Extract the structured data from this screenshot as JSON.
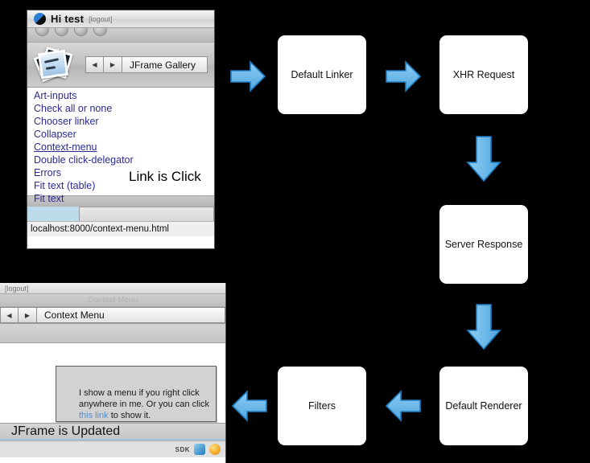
{
  "window1": {
    "name": "JFrame Gallery window",
    "app_greeting": "Hi test",
    "logout_label": "[logout]",
    "logo_icon": "half-circle-logo-icon",
    "gallery_icon": "photo-gallery-icon",
    "nav_back_icon": "triangle-left-icon",
    "nav_forward_icon": "triangle-right-icon",
    "breadcrumb": "JFrame Gallery",
    "links": [
      {
        "label": "Art-inputs",
        "underlined": false
      },
      {
        "label": "Check all or none",
        "underlined": false
      },
      {
        "label": "Chooser linker",
        "underlined": false
      },
      {
        "label": "Collapser",
        "underlined": false
      },
      {
        "label": "Context-menu",
        "underlined": true
      },
      {
        "label": "Double click-delegator",
        "underlined": false
      },
      {
        "label": "Errors",
        "underlined": false
      },
      {
        "label": "Fit text (table)",
        "underlined": false
      },
      {
        "label": "Fit text",
        "underlined": false
      }
    ],
    "overlay_message": "Link is Click",
    "status_url": "localhost:8000/context-menu.html"
  },
  "window2": {
    "name": "Context Menu window",
    "logout_label": "[logout]",
    "ghost_title": "Context Menu",
    "nav_back_icon": "triangle-left-icon",
    "nav_forward_icon": "triangle-right-icon",
    "breadcrumb": "Context Menu",
    "context_box": {
      "text_before": "I show a menu if you right click anywhere in me. Or you can click ",
      "link_label": "this link",
      "text_after": " to show it."
    },
    "updated_banner": "JFrame is Updated",
    "sdk_label": "SDK",
    "sdk_icon_1": "blue-app-icon",
    "sdk_icon_2": "orange-swirl-icon"
  },
  "flowchart": {
    "accent_color": "#6db9e8",
    "node_fill": "#ffffff",
    "background": "#000000",
    "nodes": [
      {
        "id": "default-linker",
        "label": "Default Linker"
      },
      {
        "id": "xhr-request",
        "label": "XHR Request"
      },
      {
        "id": "server-response",
        "label": "Server Response"
      },
      {
        "id": "default-renderer",
        "label": "Default Renderer"
      },
      {
        "id": "filters",
        "label": "Filters"
      }
    ],
    "arrows": [
      {
        "id": "arrow-into-default-linker",
        "direction": "right"
      },
      {
        "id": "arrow-linker-to-xhr",
        "direction": "right"
      },
      {
        "id": "arrow-xhr-to-server",
        "direction": "down"
      },
      {
        "id": "arrow-server-to-renderer",
        "direction": "down"
      },
      {
        "id": "arrow-renderer-to-filters",
        "direction": "left"
      },
      {
        "id": "arrow-out-of-filters",
        "direction": "left"
      }
    ]
  }
}
